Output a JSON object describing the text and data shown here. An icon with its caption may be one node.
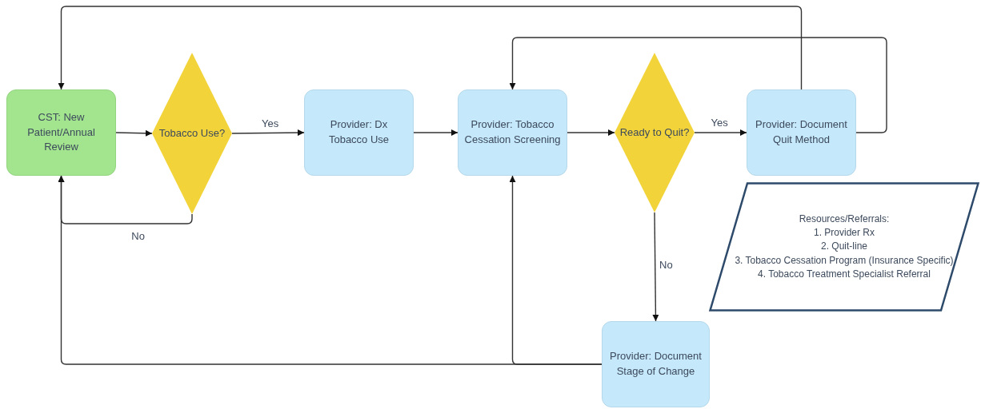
{
  "diagram": {
    "nodes": [
      {
        "text": [
          "CST: New Patient/Annual Review"
        ]
      },
      {
        "text": [
          "Tobacco Use?"
        ]
      },
      {
        "text": [
          "Provider: Dx Tobacco Use"
        ]
      },
      {
        "text": [
          "Provider: Tobacco Cessation Screening"
        ]
      },
      {
        "text": [
          "Ready to Quit?"
        ]
      },
      {
        "text": [
          "Provider: Document Quit Method"
        ]
      },
      {
        "text": [
          "Resources/Referrals:",
          "1. Provider Rx",
          "2. Quit-line",
          "3. Tobacco Cessation Program (Insurance Specific)",
          "4. Tobacco Treatment Specialist Referral"
        ]
      },
      {
        "text": [
          "Provider: Document Stage of Change"
        ]
      }
    ],
    "edges": [
      {
        "from": 0,
        "to": 1,
        "arrow": "to"
      },
      {
        "from": 1,
        "to": 2,
        "arrow": "to",
        "label": "Yes"
      },
      {
        "from": 1,
        "to": 0,
        "arrow": "to",
        "label": "No"
      },
      {
        "from": 2,
        "to": 3,
        "arrow": "to"
      },
      {
        "from": 3,
        "to": 4,
        "arrow": "to"
      },
      {
        "from": 4,
        "to": 5,
        "arrow": "to",
        "label": "Yes"
      },
      {
        "from": 4,
        "to": 7,
        "arrow": "to",
        "label": "No"
      },
      {
        "from": 5,
        "to": 0,
        "arrow": "to"
      },
      {
        "from": 5,
        "to": 3,
        "arrow": "to"
      },
      {
        "from": 7,
        "to": 0,
        "arrow": "to"
      },
      {
        "from": 7,
        "to": 3,
        "arrow": "to"
      }
    ]
  }
}
